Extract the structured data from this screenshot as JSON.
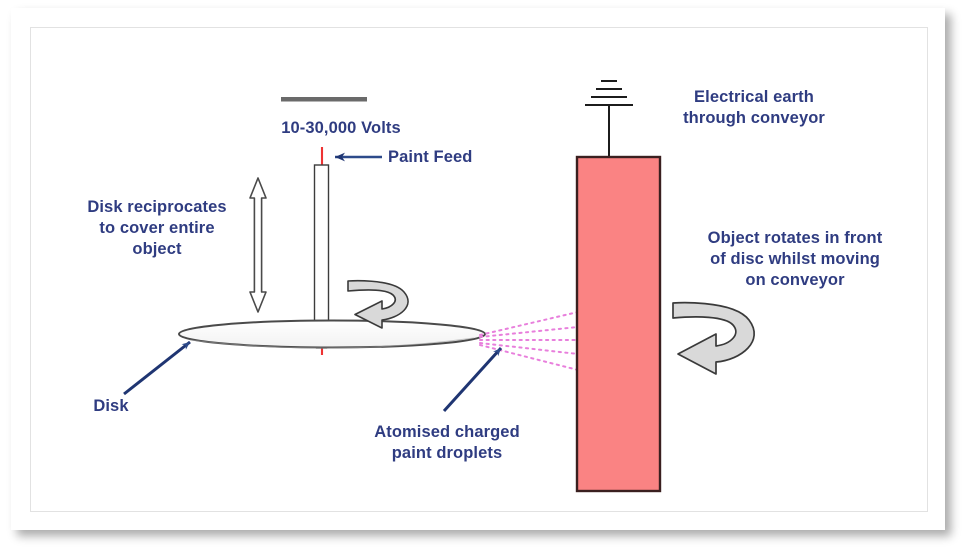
{
  "diagram": {
    "title": "Electrostatic rotating disk paint spray diagram",
    "colors": {
      "label_blue": "#2f3c81",
      "arrow_blue": "#2d4a8a",
      "object_fill": "#fa8383",
      "object_stroke": "#3a2020",
      "hv_line_red": "#ee3333",
      "spray_pink": "#e87fdc",
      "outline_dark": "#3c3c3c",
      "curved_arrow_fill": "#d9d9d9",
      "hv_bar_gray": "#6a6a6a"
    },
    "labels": {
      "voltage": "10-30,000 Volts",
      "paint_feed": "Paint Feed",
      "disk_reciprocates": "Disk reciprocates\nto cover entire\nobject",
      "disk": "Disk",
      "atomised": "Atomised charged\npaint droplets",
      "electrical_earth": "Electrical earth\nthrough conveyor",
      "object_rotates": "Object rotates in front\nof disc whilst moving\non  conveyor"
    },
    "icons": {
      "ground": "ground-earth-icon",
      "hv_bar": "high-voltage-electrode-icon",
      "disk": "spinning-disk-icon",
      "shaft": "paint-feed-shaft-icon",
      "spray": "atomised-spray-icon",
      "object": "workpiece-object-icon",
      "reciprocate_arrow": "vertical-double-arrow-icon",
      "disk_rotation_arrow": "curved-rotation-arrow-icon",
      "object_rotation_arrow": "curved-rotation-arrow-icon",
      "paint_feed_arrow": "left-arrow-icon",
      "disk_leader": "leader-line-icon",
      "spray_leader": "leader-line-icon"
    }
  }
}
